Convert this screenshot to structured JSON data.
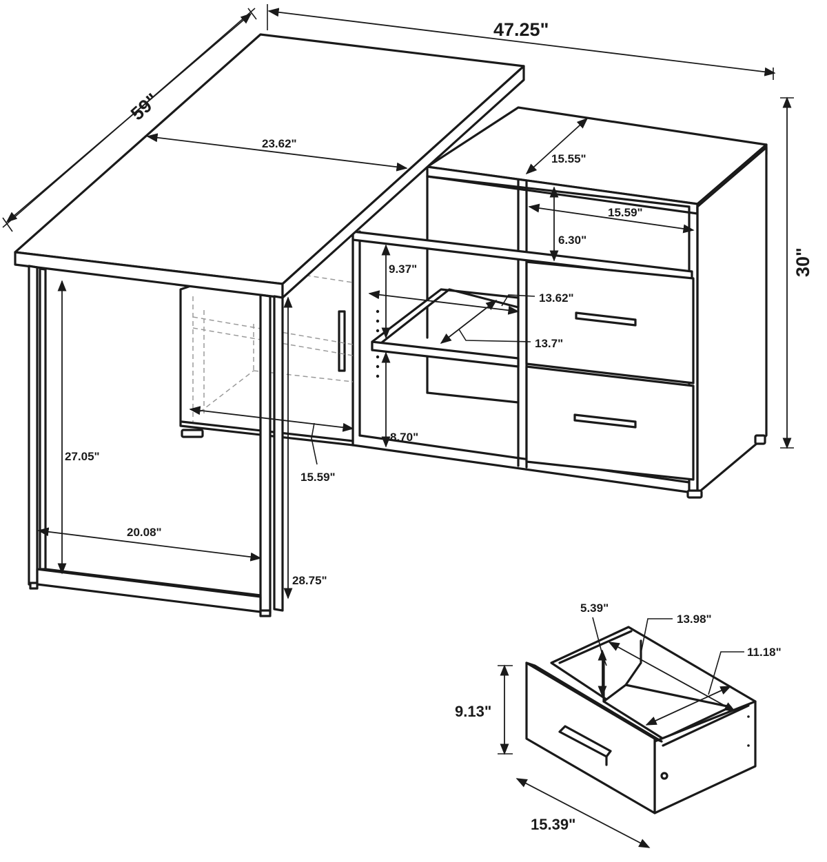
{
  "dimensions": {
    "overall_width": "47.25\"",
    "overall_length": "59\"",
    "overall_height": "30\"",
    "desktop_depth": "23.62\"",
    "leg_span": "20.08\"",
    "knee_clearance": "27.05\"",
    "desktop_height": "28.75\"",
    "cabinet_depth": "15.59\"",
    "top_shelf_width": "15.55\"",
    "top_cubby_width": "15.59\"",
    "top_cubby_height": "6.30\"",
    "shelf_gap_upper": "9.37\"",
    "shelf_depth": "13.62\"",
    "shelf_width": "13.7\"",
    "shelf_gap_lower": "8.70\""
  },
  "drawer": {
    "inner_height": "5.39\"",
    "inner_depth": "13.98\"",
    "inner_width": "11.18\"",
    "front_height": "9.13\"",
    "front_width": "15.39\""
  }
}
